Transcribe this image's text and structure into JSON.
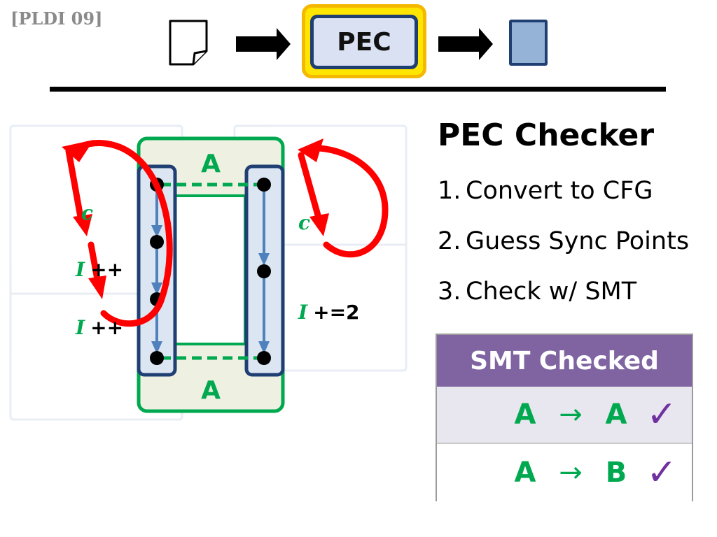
{
  "slide": {
    "citation": "[PLDI 09]"
  },
  "pipeline": {
    "stage_label": "PEC",
    "input_icon": "document-icon",
    "output_icon": "filled-page-icon",
    "arrow_icon": "right-arrow-icon"
  },
  "diagram": {
    "top_label": "A",
    "bottom_label": "A",
    "left_ops": [
      "I ++",
      "I ++"
    ],
    "right_op": "I +=2",
    "left_c": "c",
    "right_c": "c"
  },
  "checker": {
    "title": "PEC Checker",
    "steps": [
      {
        "num": "1.",
        "text": "Convert to CFG"
      },
      {
        "num": "2.",
        "text": "Guess Sync Points"
      },
      {
        "num": "3.",
        "text": "Check w/ SMT"
      }
    ]
  },
  "smt_table": {
    "header": "SMT Checked",
    "rows": [
      {
        "lhs": "A",
        "arrow": "→",
        "rhs": "A",
        "check": "✓"
      },
      {
        "lhs": "A",
        "arrow": "→",
        "rhs": "B",
        "check": "✓"
      }
    ]
  },
  "colors": {
    "green": "#00a94f",
    "navy": "#1f3f73",
    "red": "#ff0000",
    "purple": "#8064a2",
    "check_purple": "#7030a0"
  }
}
